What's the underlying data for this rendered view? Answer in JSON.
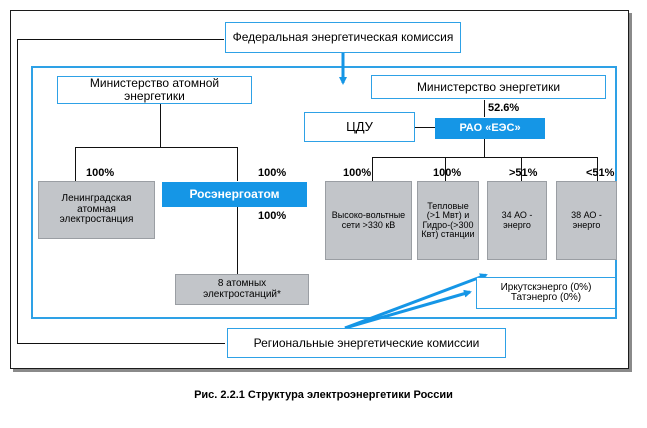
{
  "nodes": {
    "federal_commission": "Федеральная энергетическая комиссия",
    "ministry_atomic": "Министерство атомной энергетики",
    "ministry_energy": "Министерство энергетики",
    "cdu": "ЦДУ",
    "rao_ees": "РАО «ЕЭС»",
    "leningrad_npp": "Ленинградская атомная электростанция",
    "rosenergoatom": "Росэнергоатом",
    "eight_npp": "8 атомных электростанций*",
    "hv_grids": "Высоко-вольтные сети >330 кВ",
    "thermal_hydro": "Тепловые (>1 Мвт) и Гидро-(>300 Квт) станции",
    "ao_34": "34 АО - энерго",
    "ao_38": "38 АО - энерго",
    "irkutsk_tatenergo": "Иркутскэнерго (0%) Татэнерго (0%)",
    "regional_commissions": "Региональные энергетические комиссии"
  },
  "percentages": {
    "rao_share": "52.6%",
    "leningrad": "100%",
    "rosenergoatom": "100%",
    "eight_npp": "100%",
    "hv_grids": "100%",
    "thermal_hydro": "100%",
    "ao_34": ">51%",
    "ao_38": "<51%"
  },
  "caption": "Рис. 2.2.1 Структура электроэнергетики России",
  "colors": {
    "accent_blue": "#1596e6",
    "frame_blue": "#2ea1e6",
    "grey_box": "#c2c5c9"
  }
}
